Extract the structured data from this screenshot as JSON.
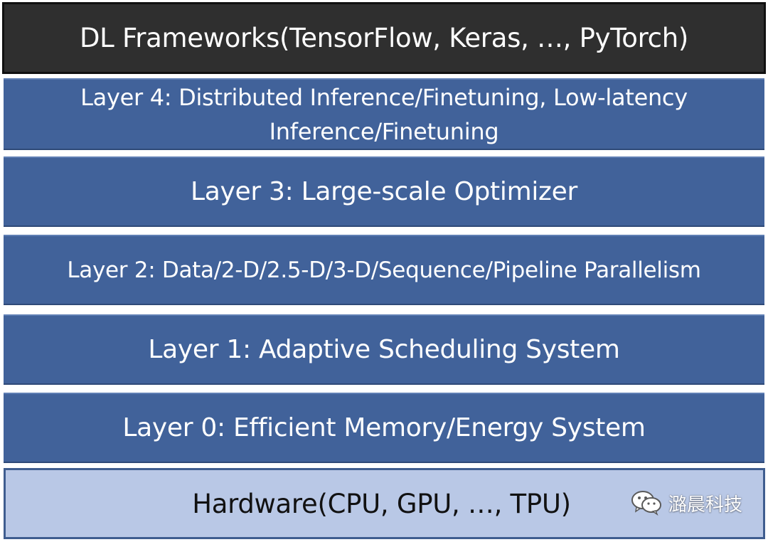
{
  "stack": {
    "framework": "DL Frameworks(TensorFlow, Keras, …, PyTorch)",
    "layer4_line1": "Layer 4: Distributed Inference/Finetuning, Low-latency",
    "layer4_line2": "Inference/Finetuning",
    "layer3": "Layer 3: Large-scale Optimizer",
    "layer2": "Layer 2: Data/2-D/2.5-D/3-D/Sequence/Pipeline Parallelism",
    "layer1": "Layer 1: Adaptive Scheduling System",
    "layer0": "Layer 0: Efficient Memory/Energy System",
    "hardware": "Hardware(CPU, GPU, …, TPU)"
  },
  "watermark": {
    "text": "潞晨科技",
    "icon": "wechat-icon"
  },
  "colors": {
    "framework_bg": "#2f2f2f",
    "layer_bg": "#41629a",
    "hardware_bg": "#b9c8e6",
    "hardware_border": "#3f5d8f"
  }
}
